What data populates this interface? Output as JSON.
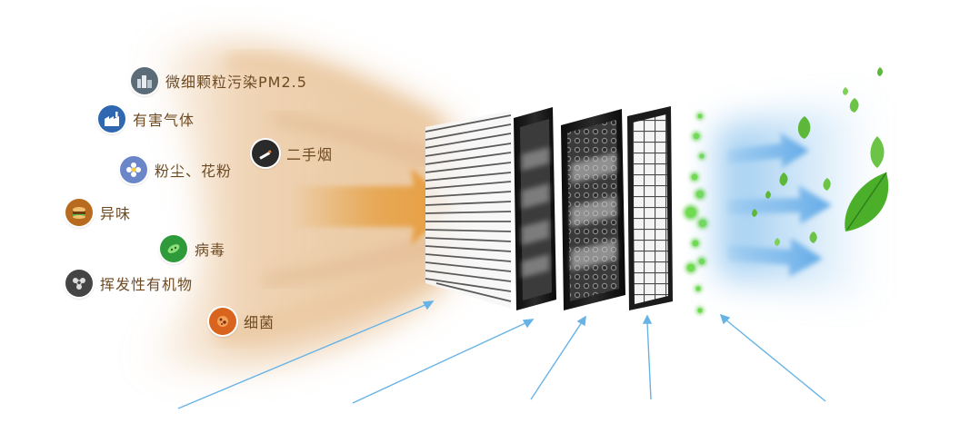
{
  "pollutants": [
    {
      "label": "微细颗粒污染PM2.5",
      "icon": "city-smog-icon",
      "color": "#5b6b78"
    },
    {
      "label": "有害气体",
      "icon": "factory-icon",
      "color": "#2f67b0"
    },
    {
      "label": "二手烟",
      "icon": "cigarette-icon",
      "color": "#2a2a2a"
    },
    {
      "label": "粉尘、花粉",
      "icon": "flower-icon",
      "color": "#6a86c8"
    },
    {
      "label": "异味",
      "icon": "food-icon",
      "color": "#b86a1e"
    },
    {
      "label": "病毒",
      "icon": "virus-icon",
      "color": "#2f9a3a"
    },
    {
      "label": "挥发性有机物",
      "icon": "chemical-icon",
      "color": "#444444"
    },
    {
      "label": "细菌",
      "icon": "bacteria-icon",
      "color": "#d8641e"
    }
  ],
  "colors": {
    "dirty_air": "#e9c49a",
    "dirty_arrow": "#e6a650",
    "clean_air": "#8ec4ee",
    "clean_arrow": "#5aa6e6",
    "ion_green": "#5ccf3c",
    "leaf_green": "#4caf2a",
    "intake_lines": "#67b3e6"
  }
}
